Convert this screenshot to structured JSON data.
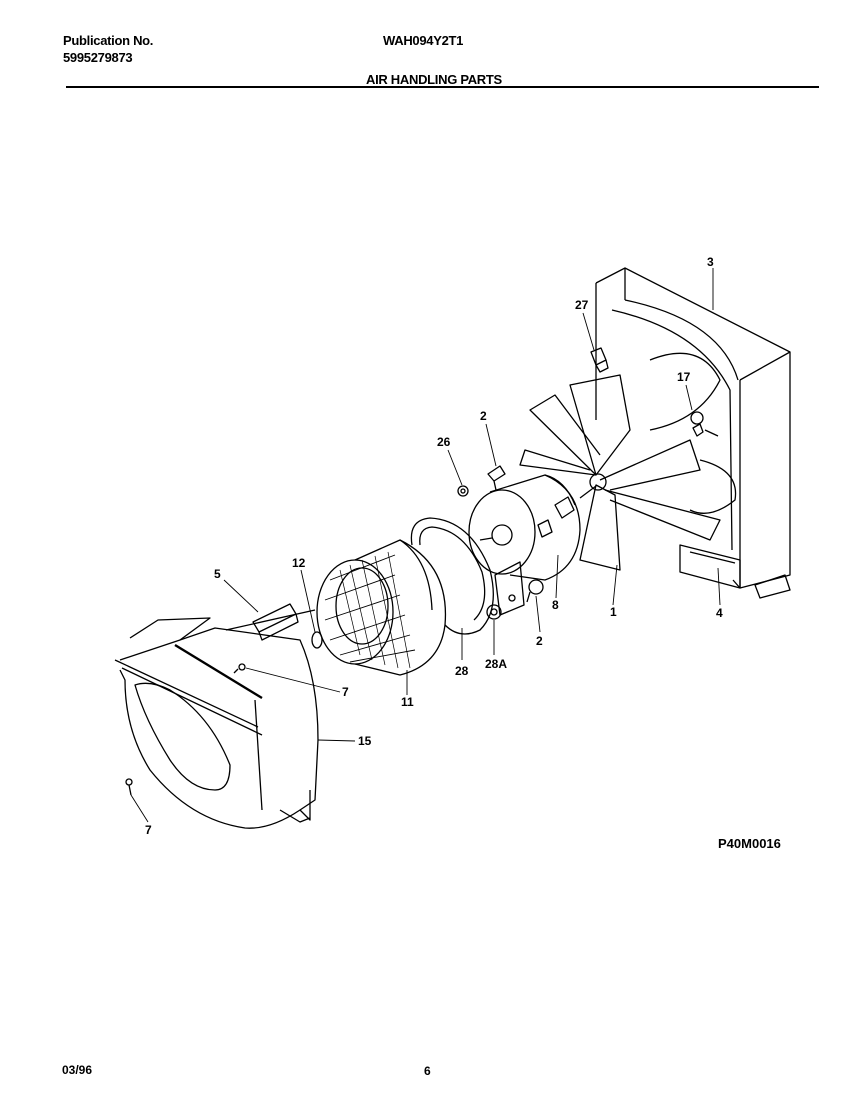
{
  "header": {
    "publication_label": "Publication No.",
    "publication_number": "5995279873",
    "model": "WAH094Y2T1",
    "section_title": "AIR HANDLING PARTS"
  },
  "diagram": {
    "figure_id": "P40M0016",
    "callouts": {
      "c3": "3",
      "c27": "27",
      "c17": "17",
      "c2a": "2",
      "c26": "26",
      "c12": "12",
      "c5": "5",
      "c8": "8",
      "c1": "1",
      "c4": "4",
      "c2b": "2",
      "c7a": "7",
      "c28": "28",
      "c28a": "28A",
      "c11": "11",
      "c15": "15",
      "c7b": "7"
    }
  },
  "footer": {
    "date": "03/96",
    "page": "6"
  }
}
